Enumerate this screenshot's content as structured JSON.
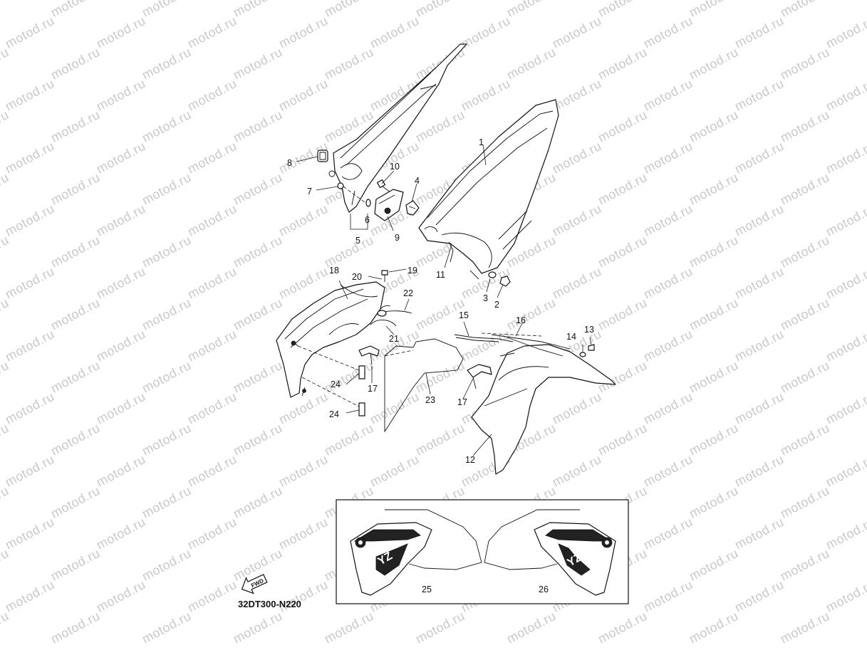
{
  "watermark": {
    "text": "motod.ru"
  },
  "diagram": {
    "callouts": {
      "c1": "1",
      "c2": "2",
      "c3": "3",
      "c4": "4",
      "c5": "5",
      "c6": "6",
      "c7": "7",
      "c8": "8",
      "c9": "9",
      "c10": "10",
      "c11": "11",
      "c12": "12",
      "c13": "13",
      "c14": "14",
      "c15": "15",
      "c16": "16",
      "c17a": "17",
      "c17b": "17",
      "c18": "18",
      "c19": "19",
      "c20": "20",
      "c21": "21",
      "c22": "22",
      "c23": "23",
      "c24a": "24",
      "c24b": "24",
      "c25": "25",
      "c26": "26"
    },
    "fwd_label": "FWD",
    "drawing_code": "32DT300-N220",
    "decal_graphic_text": "YZ"
  }
}
